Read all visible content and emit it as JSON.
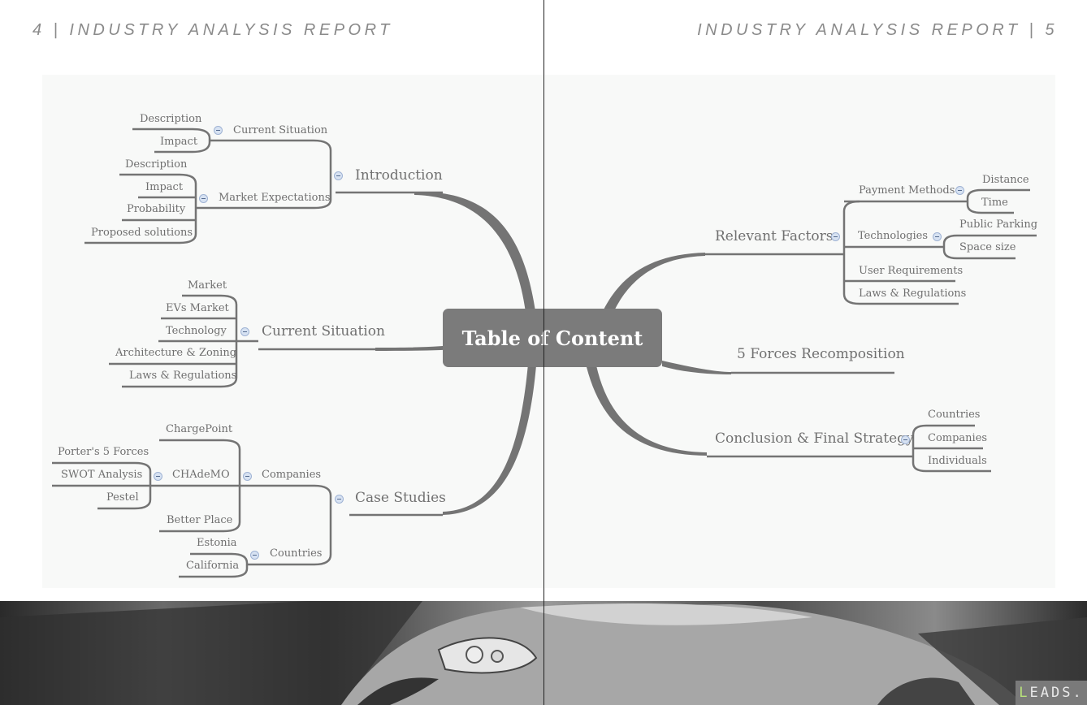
{
  "header": {
    "left": "4 | INDUSTRY ANALYSIS REPORT",
    "right": "INDUSTRY ANALYSIS REPORT | 5"
  },
  "mindmap": {
    "root": "Table of Content",
    "introduction": {
      "label": "Introduction",
      "current_situation": {
        "label": "Current Situation",
        "items": [
          "Description",
          "Impact"
        ]
      },
      "market_expectations": {
        "label": "Market Expectations",
        "items": [
          "Description",
          "Impact",
          "Probability",
          "Proposed solutions"
        ]
      }
    },
    "current_situation": {
      "label": "Current Situation",
      "items": [
        "Market",
        "EVs Market",
        "Technology",
        "Architecture & Zoning",
        "Laws & Regulations"
      ]
    },
    "case_studies": {
      "label": "Case Studies",
      "companies": {
        "label": "Companies",
        "items": [
          "ChargePoint",
          "CHAdeMO",
          "Better Place"
        ],
        "chademo_items": [
          "Porter's 5 Forces",
          "SWOT Analysis",
          "Pestel"
        ]
      },
      "countries": {
        "label": "Countries",
        "items": [
          "Estonia",
          "California"
        ]
      }
    },
    "relevant_factors": {
      "label": "Relevant Factors",
      "payment_methods": {
        "label": "Payment Methods",
        "items": [
          "Distance",
          "Time"
        ]
      },
      "technologies": {
        "label": "Technologies",
        "items": [
          "Public Parking",
          "Space size"
        ]
      },
      "items": [
        "User Requirements",
        "Laws & Regulations"
      ]
    },
    "five_forces": {
      "label": "5 Forces Recomposition"
    },
    "conclusion": {
      "label": "Conclusion & Final Strategy",
      "items": [
        "Countries",
        "Companies",
        "Individuals"
      ]
    }
  },
  "brand": {
    "first_letter": "L",
    "rest": "EADS."
  },
  "colors": {
    "branch": "#747474",
    "root_fill": "#7b7b7b",
    "toggle": "#d7e2f2",
    "panel": "#f8f9f8",
    "brand_accent": "#b8e27a"
  },
  "icons": [
    "collapse-toggle-icon"
  ]
}
